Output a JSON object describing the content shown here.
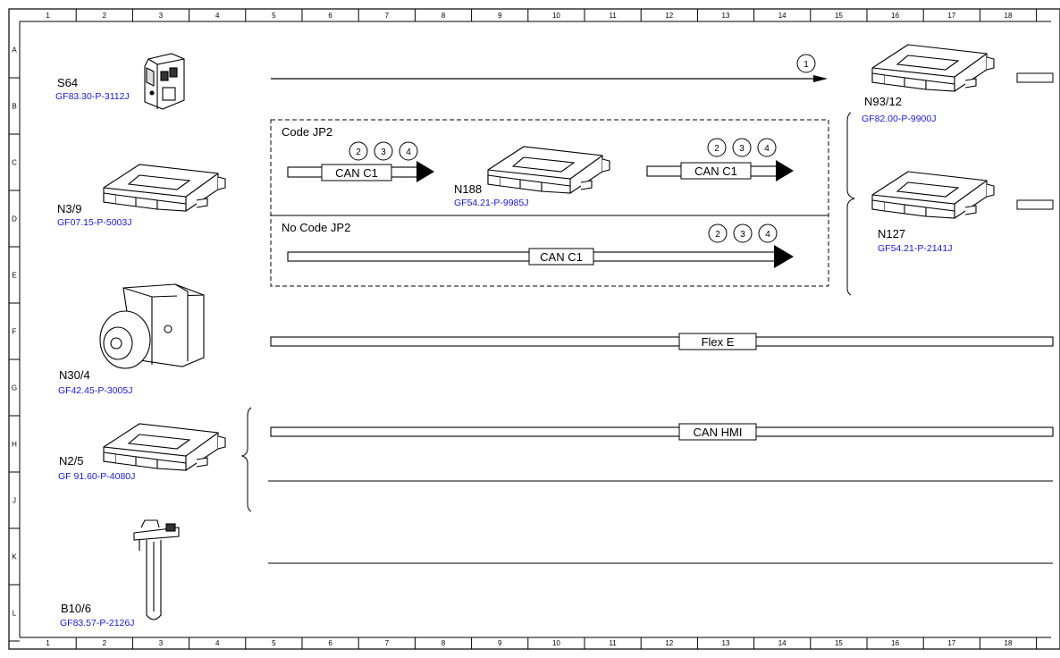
{
  "grid": {
    "columns": [
      "1",
      "2",
      "3",
      "4",
      "5",
      "6",
      "7",
      "8",
      "9",
      "10",
      "11",
      "12",
      "13",
      "14",
      "15",
      "16",
      "17",
      "18"
    ],
    "rows": [
      "A",
      "B",
      "C",
      "D",
      "E",
      "F",
      "G",
      "H",
      "J",
      "K",
      "L"
    ]
  },
  "components": [
    {
      "code": "S64",
      "ref": "GF83.30-P-3112J",
      "icon": "switch-icon"
    },
    {
      "code": "N3/9",
      "ref": "GF07.15-P-5003J",
      "icon": "control-unit-icon"
    },
    {
      "code": "N30/4",
      "ref": "GF42.45-P-3005J",
      "icon": "esp-hydraulic-unit-icon"
    },
    {
      "code": "N2/5",
      "ref": "GF 91.60-P-4080J",
      "icon": "control-unit-icon"
    },
    {
      "code": "B10/6",
      "ref": "GF83.57-P-2126J",
      "icon": "temperature-sensor-icon"
    },
    {
      "code": "N188",
      "ref": "GF54.21-P-9985J",
      "icon": "control-unit-icon"
    },
    {
      "code": "N93/12",
      "ref": "GF82.00-P-9900J",
      "icon": "control-unit-icon"
    },
    {
      "code": "N127",
      "ref": "GF54.21-P-2141J",
      "icon": "control-unit-icon"
    }
  ],
  "groups": {
    "code": "Code JP2",
    "no_code": "No Code JP2"
  },
  "buses": {
    "can_c1": "CAN C1",
    "flex_e": "Flex E",
    "can_hmi": "CAN HMI"
  },
  "markers": {
    "m1": "1",
    "m2": "2",
    "m3": "3",
    "m4": "4"
  }
}
